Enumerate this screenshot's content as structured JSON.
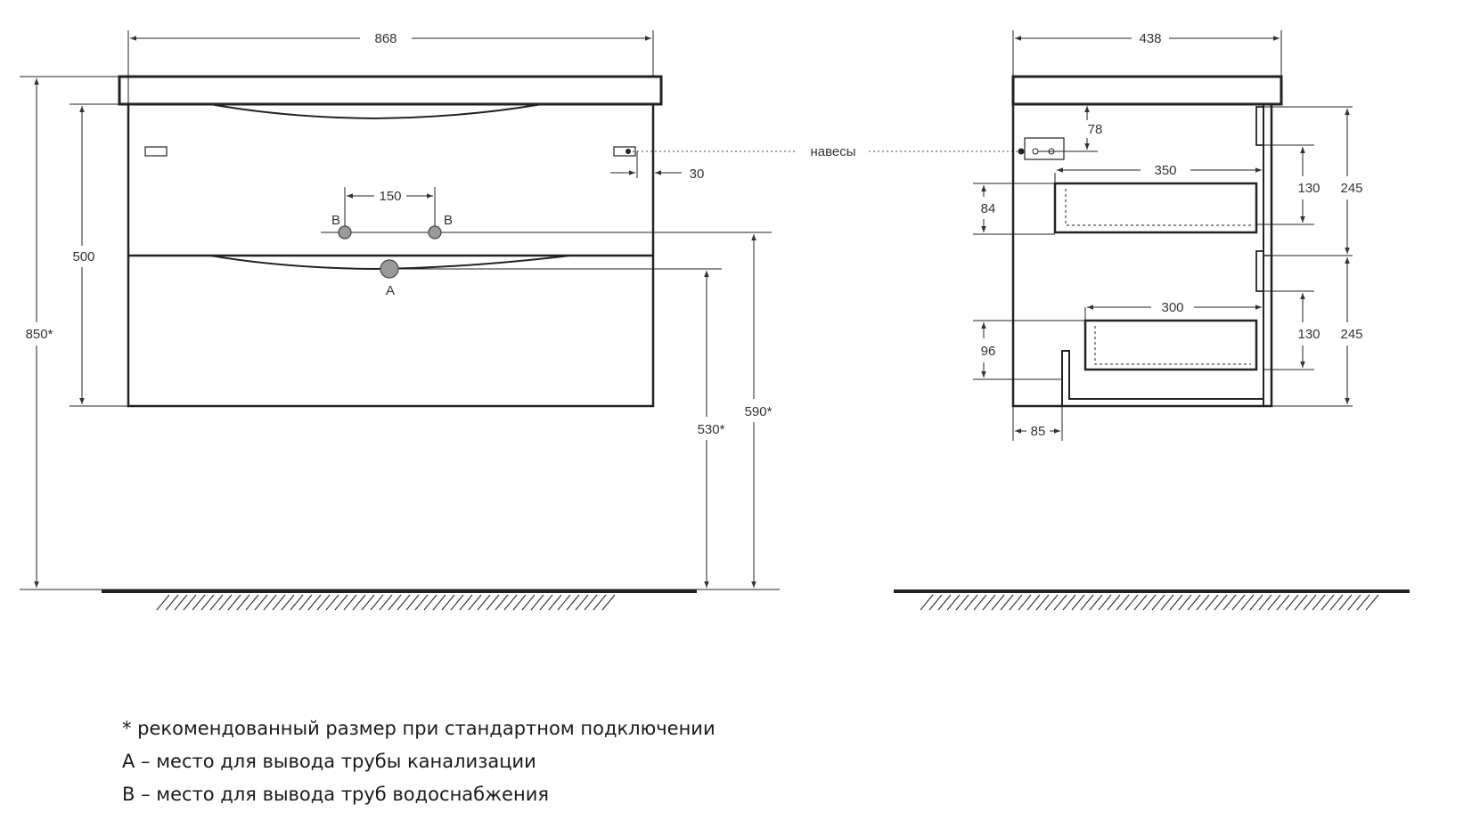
{
  "front_view": {
    "width_label": "868",
    "hanger_offset_label": "30",
    "water_spacing_label": "150",
    "water_label_left": "B",
    "water_label_right": "B",
    "drain_label": "A",
    "body_height_label": "500",
    "total_height_label": "850*",
    "drain_height_label": "530*",
    "water_height_label": "590*"
  },
  "side_view": {
    "depth_label": "438",
    "hanger_drop_label": "78",
    "upper_drawer_depth_label": "350",
    "upper_drawer_inner_label": "130",
    "upper_section_label": "245",
    "upper_drawer_height_label": "84",
    "lower_drawer_depth_label": "300",
    "lower_drawer_inner_label": "130",
    "lower_section_label": "245",
    "lower_drawer_height_label": "96",
    "cutout_label": "85"
  },
  "hangers_label": "навесы",
  "notes": [
    "* рекомендованный размер при стандартном подключении",
    "А – место для вывода трубы канализации",
    "В – место для вывода труб водоснабжения"
  ],
  "colors": {
    "line": "#222222",
    "pipe_fill": "#9a9a9a",
    "floor": "#222222"
  }
}
